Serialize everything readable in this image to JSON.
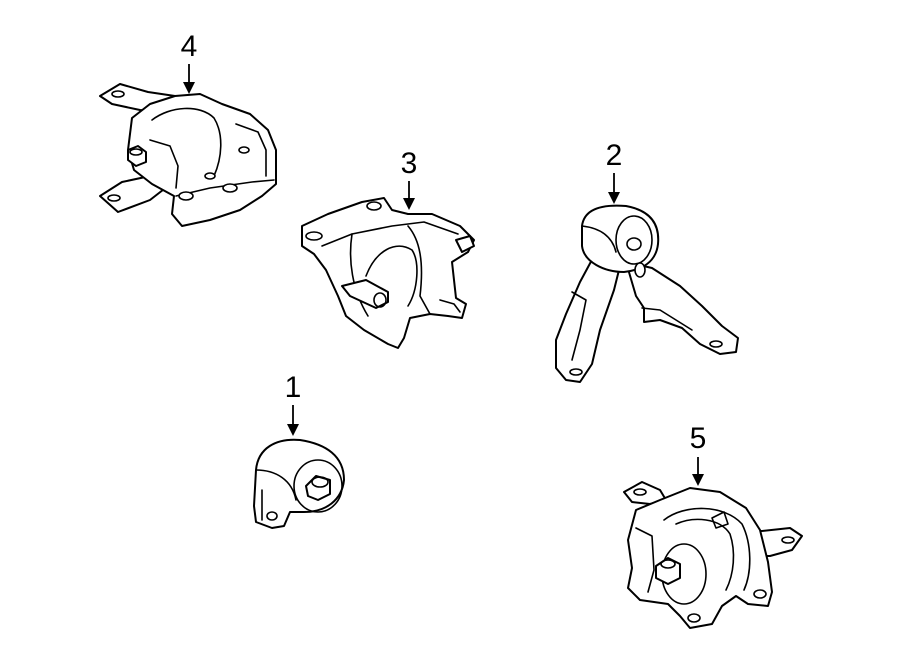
{
  "callouts": [
    {
      "label": "1"
    },
    {
      "label": "2"
    },
    {
      "label": "3"
    },
    {
      "label": "4"
    },
    {
      "label": "5"
    }
  ],
  "colors": {
    "line": "#000000",
    "background": "#ffffff"
  }
}
